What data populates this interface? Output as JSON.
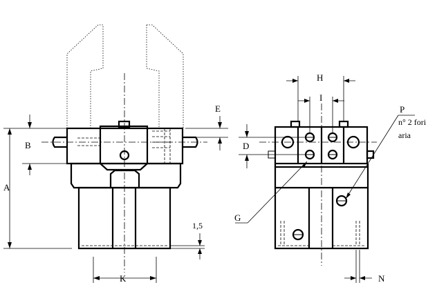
{
  "labels": {
    "A": "A",
    "B": "B",
    "D": "D",
    "E": "E",
    "G": "G",
    "H": "H",
    "I": "I",
    "K": "K",
    "N": "N",
    "P": "P",
    "air_holes_line1": "n° 2 fori",
    "air_holes_line2": "aria",
    "offset_dim": "1,5"
  }
}
